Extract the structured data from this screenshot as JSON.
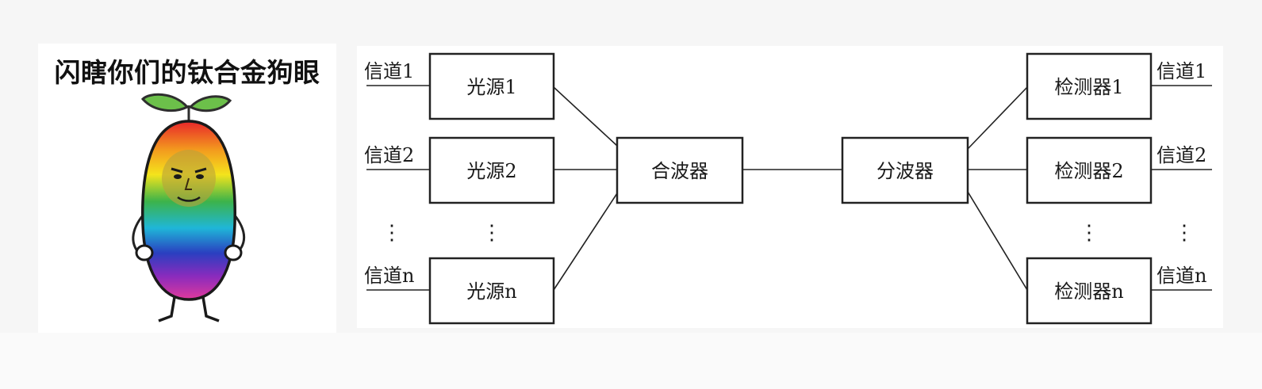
{
  "meme": {
    "caption": "闪瞎你们的钛合金狗眼",
    "colors": {
      "leaf": "#6cc04a",
      "band_red": "#e8262a",
      "band_orange": "#f39a1e",
      "band_yellow": "#f4e41c",
      "band_green": "#3cb34a",
      "band_cyan": "#1fb6d8",
      "band_blue": "#2a3fc0",
      "band_purple": "#8a2bbd",
      "band_magenta": "#e0399c"
    }
  },
  "diagram": {
    "sources": [
      {
        "channel": "信道1",
        "label": "光源1"
      },
      {
        "channel": "信道2",
        "label": "光源2"
      },
      {
        "channel": "信道n",
        "label": "光源n"
      }
    ],
    "detectors": [
      {
        "label": "检测器1",
        "channel": "信道1"
      },
      {
        "label": "检测器2",
        "channel": "信道2"
      },
      {
        "label": "检测器n",
        "channel": "信道n"
      }
    ],
    "mux_label": "合波器",
    "demux_label": "分波器",
    "ellipsis": "⋮",
    "colors": {
      "line": "#222222",
      "box_fill": "#ffffff",
      "text": "#1a1a1a"
    }
  }
}
